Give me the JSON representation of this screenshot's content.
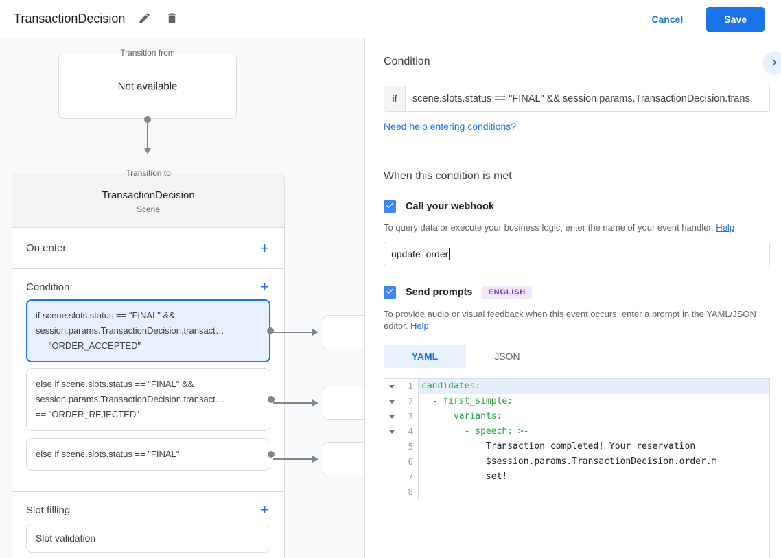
{
  "colors": {
    "accent_blue": "#1a73e8",
    "checkbox_blue": "#4285f4",
    "selected_fill": "#e8f0fe",
    "yaml_key_green": "#27a345",
    "badge_purple": "#8430ce"
  },
  "header": {
    "title": "TransactionDecision",
    "cancel_label": "Cancel",
    "save_label": "Save"
  },
  "canvas": {
    "transition_from": {
      "label": "Transition from",
      "value": "Not available"
    },
    "transition_to": {
      "label": "Transition to",
      "title": "TransactionDecision",
      "subtitle": "Scene"
    },
    "on_enter_label": "On enter",
    "condition_label": "Condition",
    "slot_filling_label": "Slot filling",
    "slot_validation_label": "Slot validation",
    "conditions": [
      {
        "lines": [
          "if scene.slots.status == \"FINAL\" &&",
          "session.params.TransactionDecision.transact…",
          "== \"ORDER_ACCEPTED\""
        ]
      },
      {
        "lines": [
          "else if scene.slots.status == \"FINAL\" &&",
          "session.params.TransactionDecision.transact…",
          "== \"ORDER_REJECTED\""
        ]
      },
      {
        "lines": [
          "else if scene.slots.status == \"FINAL\""
        ]
      }
    ]
  },
  "panel": {
    "condition_title": "Condition",
    "if_label": "if",
    "if_value": "scene.slots.status == \"FINAL\" && session.params.TransactionDecision.trans",
    "help_link": "Need help entering conditions?",
    "when_title": "When this condition is met",
    "webhook": {
      "label": "Call your webhook",
      "helper": "To query data or execute your business logic, enter the name of your event handler.",
      "help_link": "Help",
      "value": "update_order"
    },
    "prompts": {
      "label": "Send prompts",
      "badge": "ENGLISH",
      "helper": "To provide audio or visual feedback when this event occurs, enter a prompt in the YAML/JSON editor.",
      "help_link": "Help"
    },
    "tabs": {
      "yaml": "YAML",
      "json": "JSON"
    },
    "editor": {
      "lines": [
        {
          "n": "1",
          "code": "candidates:"
        },
        {
          "n": "2",
          "code": "  - first_simple:"
        },
        {
          "n": "3",
          "code": "      variants:"
        },
        {
          "n": "4",
          "code": "        - speech: >-"
        },
        {
          "n": "5",
          "code": "            Transaction completed! Your reservation"
        },
        {
          "n": "6",
          "code": "            $session.params.TransactionDecision.order.m"
        },
        {
          "n": "7",
          "code": "            set!"
        },
        {
          "n": "8",
          "code": ""
        }
      ]
    }
  }
}
